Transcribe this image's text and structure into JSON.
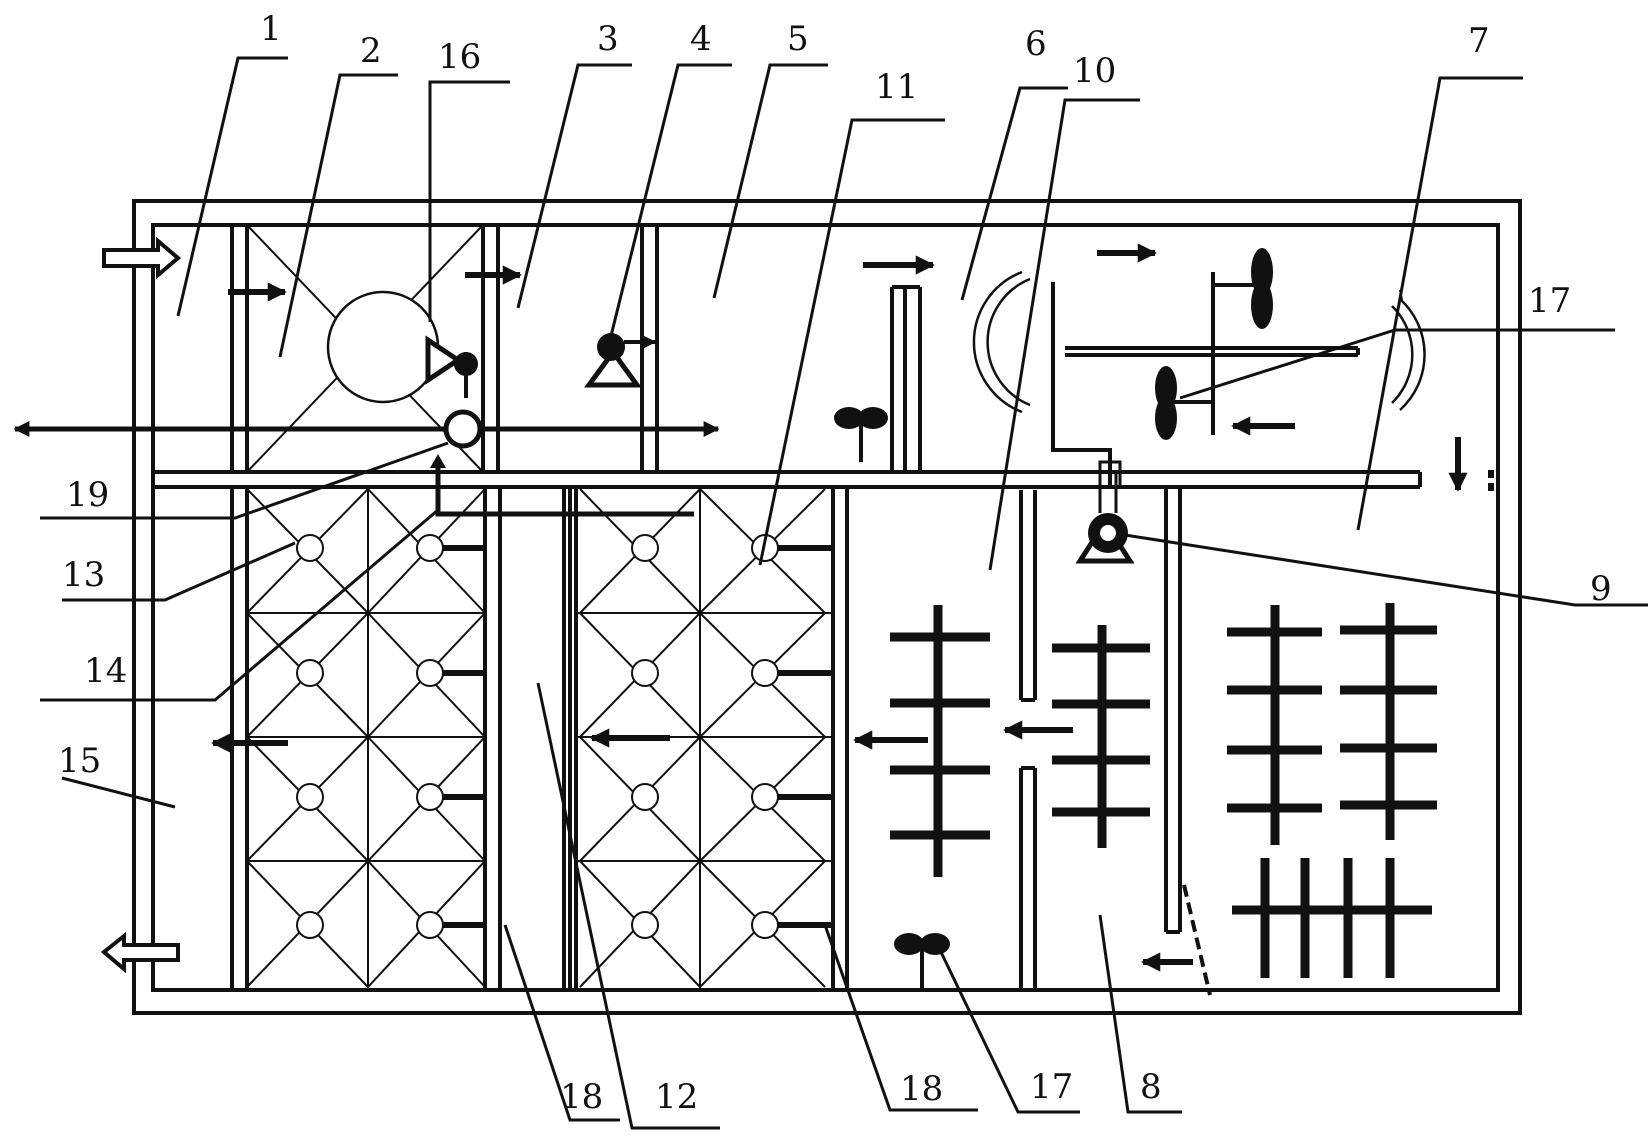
{
  "labels": {
    "l1": "1",
    "l2": "2",
    "l16": "16",
    "l3": "3",
    "l4": "4",
    "l5": "5",
    "l11": "11",
    "l6": "6",
    "l10": "10",
    "l7": "7",
    "l17a": "17",
    "l19": "19",
    "l13": "13",
    "l9": "9",
    "l14": "14",
    "l15": "15",
    "l18a": "18",
    "l12": "12",
    "l18b": "18",
    "l17b": "17",
    "l8": "8"
  }
}
